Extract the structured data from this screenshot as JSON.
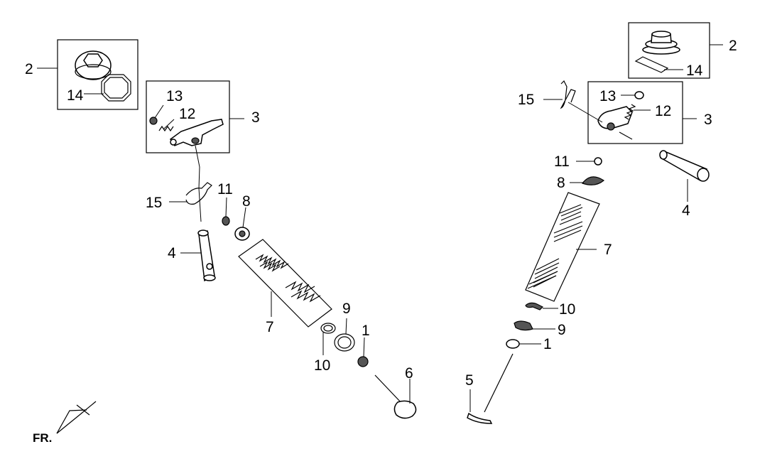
{
  "diagram": {
    "callouts": {
      "left": {
        "n1": "1",
        "n2": "2",
        "n3": "3",
        "n4": "4",
        "n6": "6",
        "n7": "7",
        "n8": "8",
        "n9": "9",
        "n10": "10",
        "n11": "11",
        "n12": "12",
        "n13": "13",
        "n14": "14",
        "n15": "15"
      },
      "right": {
        "n1": "1",
        "n2": "2",
        "n3": "3",
        "n4": "4",
        "n5": "5",
        "n7": "7",
        "n8": "8",
        "n9": "9",
        "n10": "10",
        "n11": "11",
        "n12": "12",
        "n13": "13",
        "n14": "14",
        "n15": "15"
      }
    },
    "direction_label": "FR."
  }
}
